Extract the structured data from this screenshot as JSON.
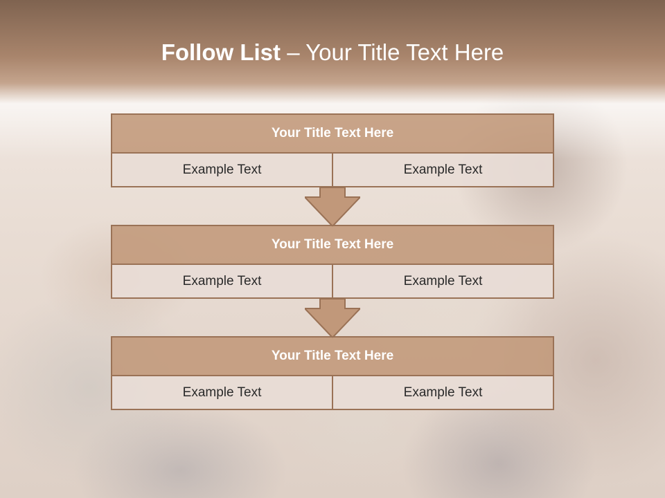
{
  "slide": {
    "title_bold": "Follow List",
    "title_rest": "– Your Title Text Here"
  },
  "steps": [
    {
      "title": "Your Title Text Here",
      "left": "Example Text",
      "right": "Example Text"
    },
    {
      "title": "Your Title Text Here",
      "left": "Example Text",
      "right": "Example Text"
    },
    {
      "title": "Your Title Text Here",
      "left": "Example Text",
      "right": "Example Text"
    }
  ],
  "colors": {
    "header_fill": "#c1987a",
    "border": "#9a7256",
    "cell_fill": "#e8dcd6",
    "title_band": "#a9856c"
  }
}
